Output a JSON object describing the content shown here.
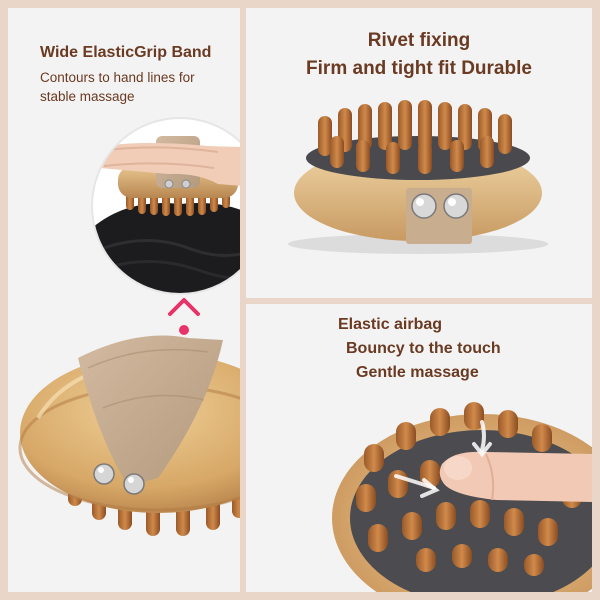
{
  "left_panel": {
    "title": "Wide ElasticGrip Band",
    "subtitle_line1": "Contours to hand lines for",
    "subtitle_line2": "stable massage"
  },
  "top_right_panel": {
    "title_line1": "Rivet fixing",
    "title_line2": "Firm and tight fit Durable"
  },
  "bottom_right_panel": {
    "line1": "Elastic airbag",
    "line2": "Bouncy to the touch",
    "line3": "Gentle massage"
  },
  "colors": {
    "text": "#6a3a22",
    "accent": "#e8336a",
    "background": "#e9d6c8",
    "panel": "#f3f3f3",
    "wood": "#d9b27e",
    "band": "#c8ad8f"
  },
  "icons": [
    "chevron-up-icon",
    "rivet-icon"
  ]
}
